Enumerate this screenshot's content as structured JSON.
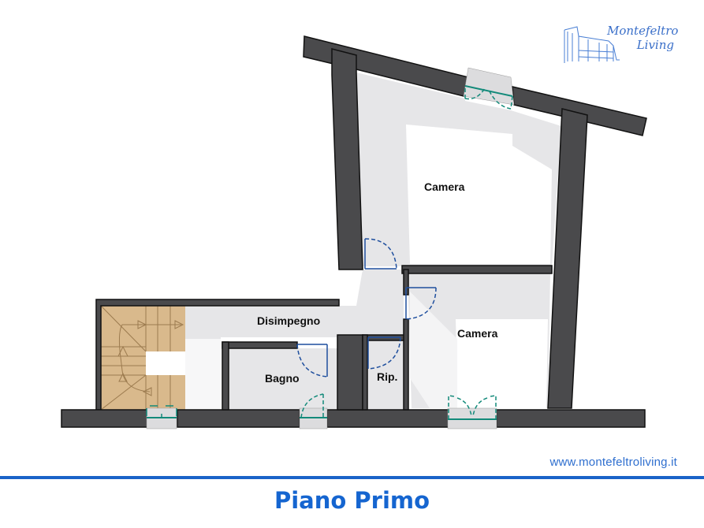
{
  "brand": {
    "logo_line1": "Montefeltro",
    "logo_line2": "Living",
    "logo_icon": "castle-tower-icon",
    "website": "www.montefeltroliving.it",
    "color": "#1565d0"
  },
  "plan": {
    "title": "Piano Primo",
    "rooms": [
      {
        "id": "camera-1",
        "label": "Camera"
      },
      {
        "id": "camera-2",
        "label": "Camera"
      },
      {
        "id": "disimpegno",
        "label": "Disimpegno"
      },
      {
        "id": "bagno",
        "label": "Bagno"
      },
      {
        "id": "ripostiglio",
        "label": "Rip."
      }
    ],
    "colors": {
      "wall": "#4a4a4c",
      "floor": "#e6e6e8",
      "stairs": "#d9b98c",
      "door": "#1f4f9e",
      "window": "#138a7a"
    }
  }
}
